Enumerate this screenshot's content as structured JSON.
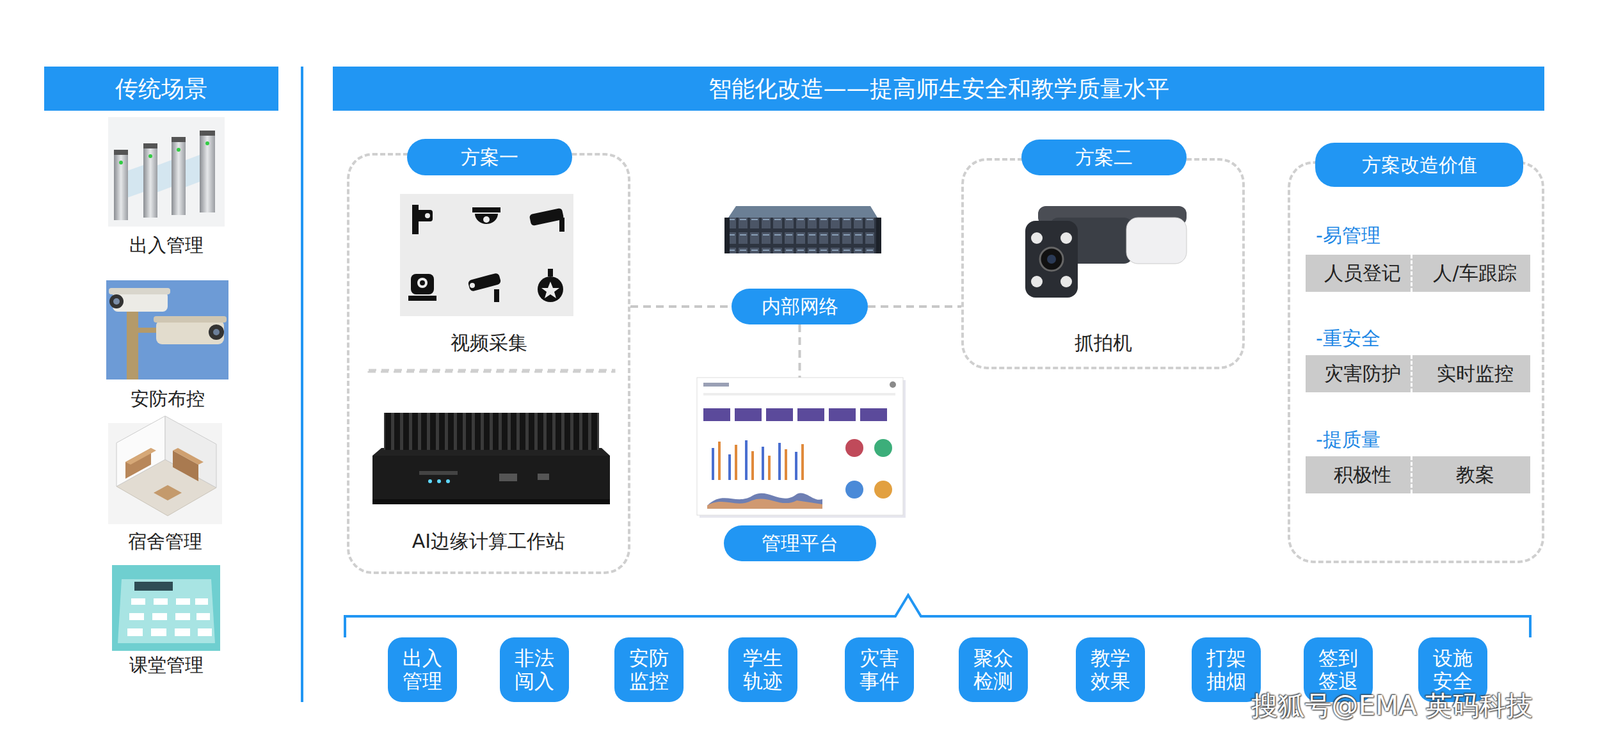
{
  "diagram": {
    "title": "智能化改造——提高师生安全和教学质量水平",
    "nodes": [
      {
        "text": [
          "传统场景"
        ]
      },
      {
        "text": [
          "方案一",
          "视频采集",
          "AI边缘计算工作站"
        ]
      },
      {
        "text": [
          "内部网络"
        ]
      },
      {
        "text": [
          "管理平台"
        ]
      },
      {
        "text": [
          "方案二",
          "抓拍机"
        ]
      },
      {
        "text": [
          "方案改造价值",
          "-易管理",
          "-重安全",
          "-提质量"
        ]
      },
      {
        "text": [
          "人员登记",
          "人/车跟踪"
        ],
        "in": 5
      },
      {
        "text": [
          "灾害防护",
          "实时监控"
        ],
        "in": 5
      },
      {
        "text": [
          "积极性",
          "教案"
        ],
        "in": 5
      },
      {
        "text": [
          "出入 管理"
        ]
      },
      {
        "text": [
          "非法 闯入"
        ]
      },
      {
        "text": [
          "安防 监控"
        ]
      },
      {
        "text": [
          "学生 轨迹"
        ]
      },
      {
        "text": [
          "灾害 事件"
        ]
      },
      {
        "text": [
          "聚众 检测"
        ]
      },
      {
        "text": [
          "教学 效果"
        ]
      },
      {
        "text": [
          "打架 抽烟"
        ]
      },
      {
        "text": [
          "签到 签退"
        ]
      },
      {
        "text": [
          "设施 安全"
        ]
      }
    ],
    "edges": [
      {
        "from": 1,
        "to": 2,
        "arrow": "none"
      },
      {
        "from": 2,
        "to": 4,
        "arrow": "none"
      },
      {
        "from": 2,
        "to": 3,
        "arrow": "none"
      }
    ],
    "labels": [
      "出入管理",
      "安防布控",
      "宿舍管理",
      "课堂管理",
      "搜狐号@EMA 英码科技"
    ]
  }
}
